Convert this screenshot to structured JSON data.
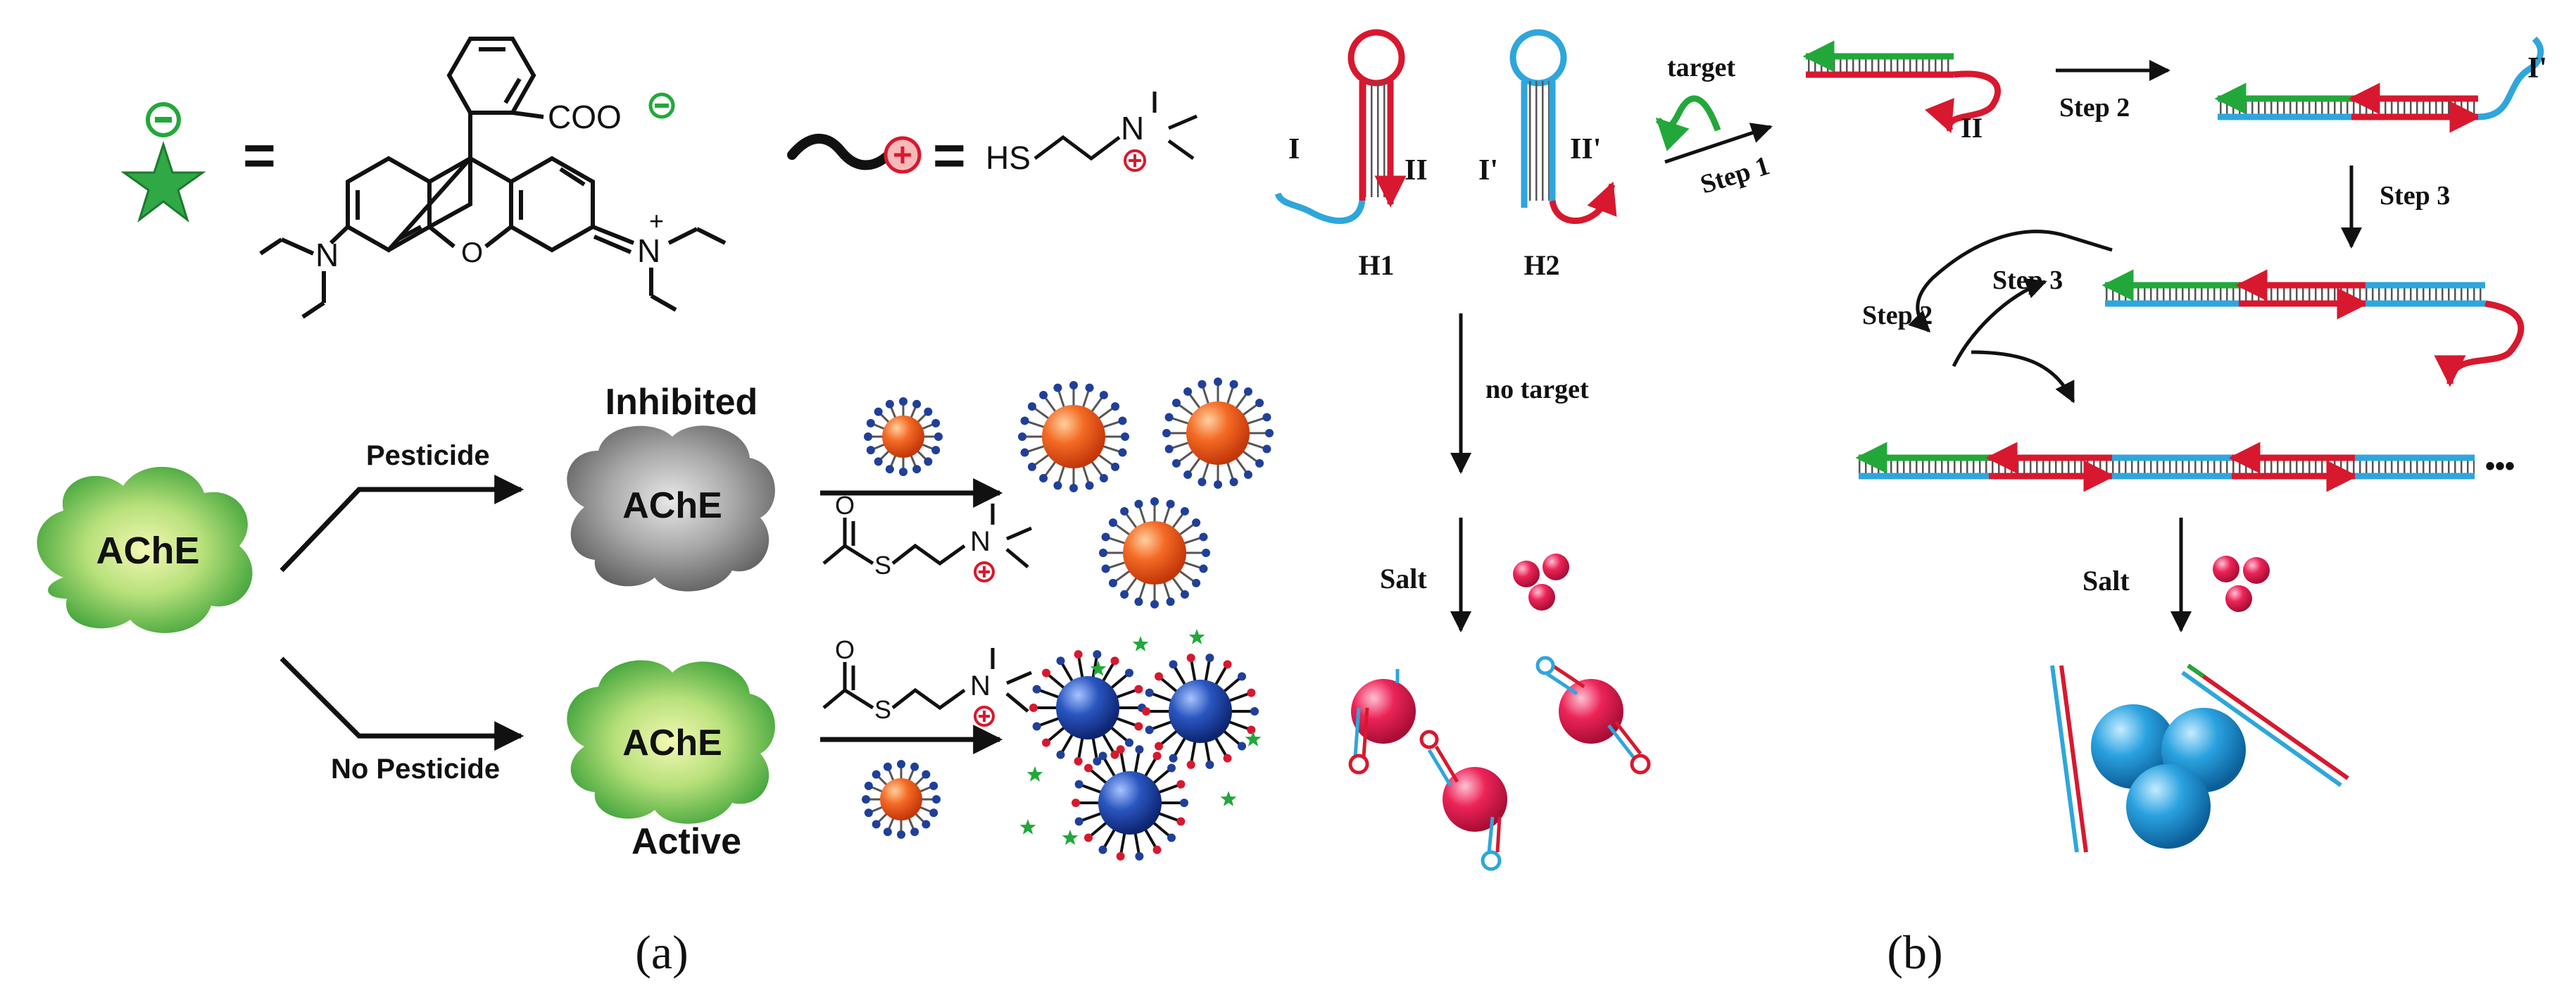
{
  "colors": {
    "green": "#22a83a",
    "red": "#d8182e",
    "blue": "#2ea6dc",
    "orange": "#f05a1a",
    "navy": "#1f3f9a",
    "pink": "#e8194f",
    "grey_cloud": "#8a8a8a",
    "green_cloud": "#4fb944",
    "cyan_ball": "#1c9ad6"
  },
  "panel_a": {
    "equals_1": "=",
    "equals_2": "=",
    "coo_label": "COO",
    "hs_label": "HS",
    "n_label_1": "N",
    "n_label_2": "N",
    "n_label_3": "N",
    "o_label": "O",
    "plus": "+",
    "enzyme_label": "AChE",
    "inhibited_label": "Inhibited",
    "inhibited_enzyme": "AChE",
    "active_enzyme": "AChE",
    "active_label": "Active",
    "pesticide_label": "Pesticide",
    "no_pesticide_label": "No Pesticide",
    "caption": "(a)"
  },
  "panel_b": {
    "label_I": "I",
    "label_II": "II",
    "label_I_prime": "I'",
    "label_II_prime": "II'",
    "h1": "H1",
    "h2": "H2",
    "target": "target",
    "step1": "Step 1",
    "step2_top": "Step 2",
    "step3_right": "Step 3",
    "step2_cycle": "Step 2",
    "step3_cycle": "Step 3",
    "product_II": "II",
    "product_I_prime": "I'",
    "no_target": "no target",
    "salt_left": "Salt",
    "salt_right": "Salt",
    "ellipsis": "•••",
    "caption": "(b)"
  }
}
